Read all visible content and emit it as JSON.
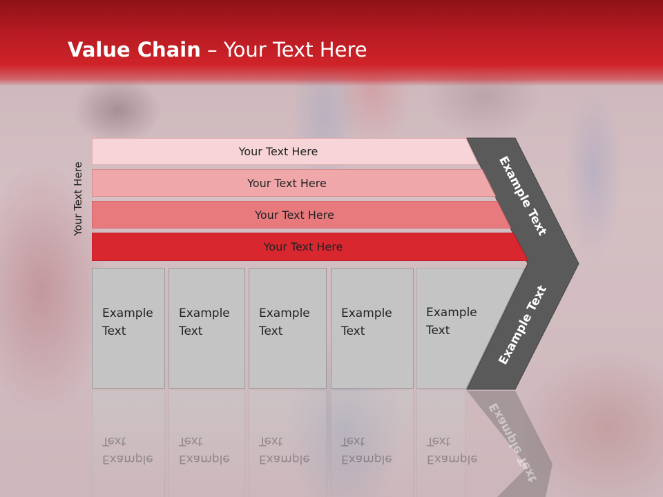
{
  "slide": {
    "title_strong": "Value Chain",
    "title_separator": " – ",
    "title_rest": "Your Text Here"
  },
  "vertical_label": "Your Text Here",
  "bands": [
    {
      "label": "Your Text Here",
      "color": "#f7d4d7"
    },
    {
      "label": "Your Text Here",
      "color": "#f0a7aa"
    },
    {
      "label": "Your Text Here",
      "color": "#e87a7e"
    },
    {
      "label": "Your Text Here",
      "color": "#d92730"
    }
  ],
  "activities": [
    {
      "line1": "Example",
      "line2": "Text"
    },
    {
      "line1": "Example",
      "line2": "Text"
    },
    {
      "line1": "Example",
      "line2": "Text"
    },
    {
      "line1": "Example",
      "line2": "Text"
    },
    {
      "line1": "Example",
      "line2": "Text"
    }
  ],
  "chevron": {
    "top_label": "Example Text",
    "bottom_label": "Example Text",
    "color": "#5a5a5a"
  },
  "colors": {
    "header": "#c91f26",
    "activity_box": "#c4c4c4"
  }
}
